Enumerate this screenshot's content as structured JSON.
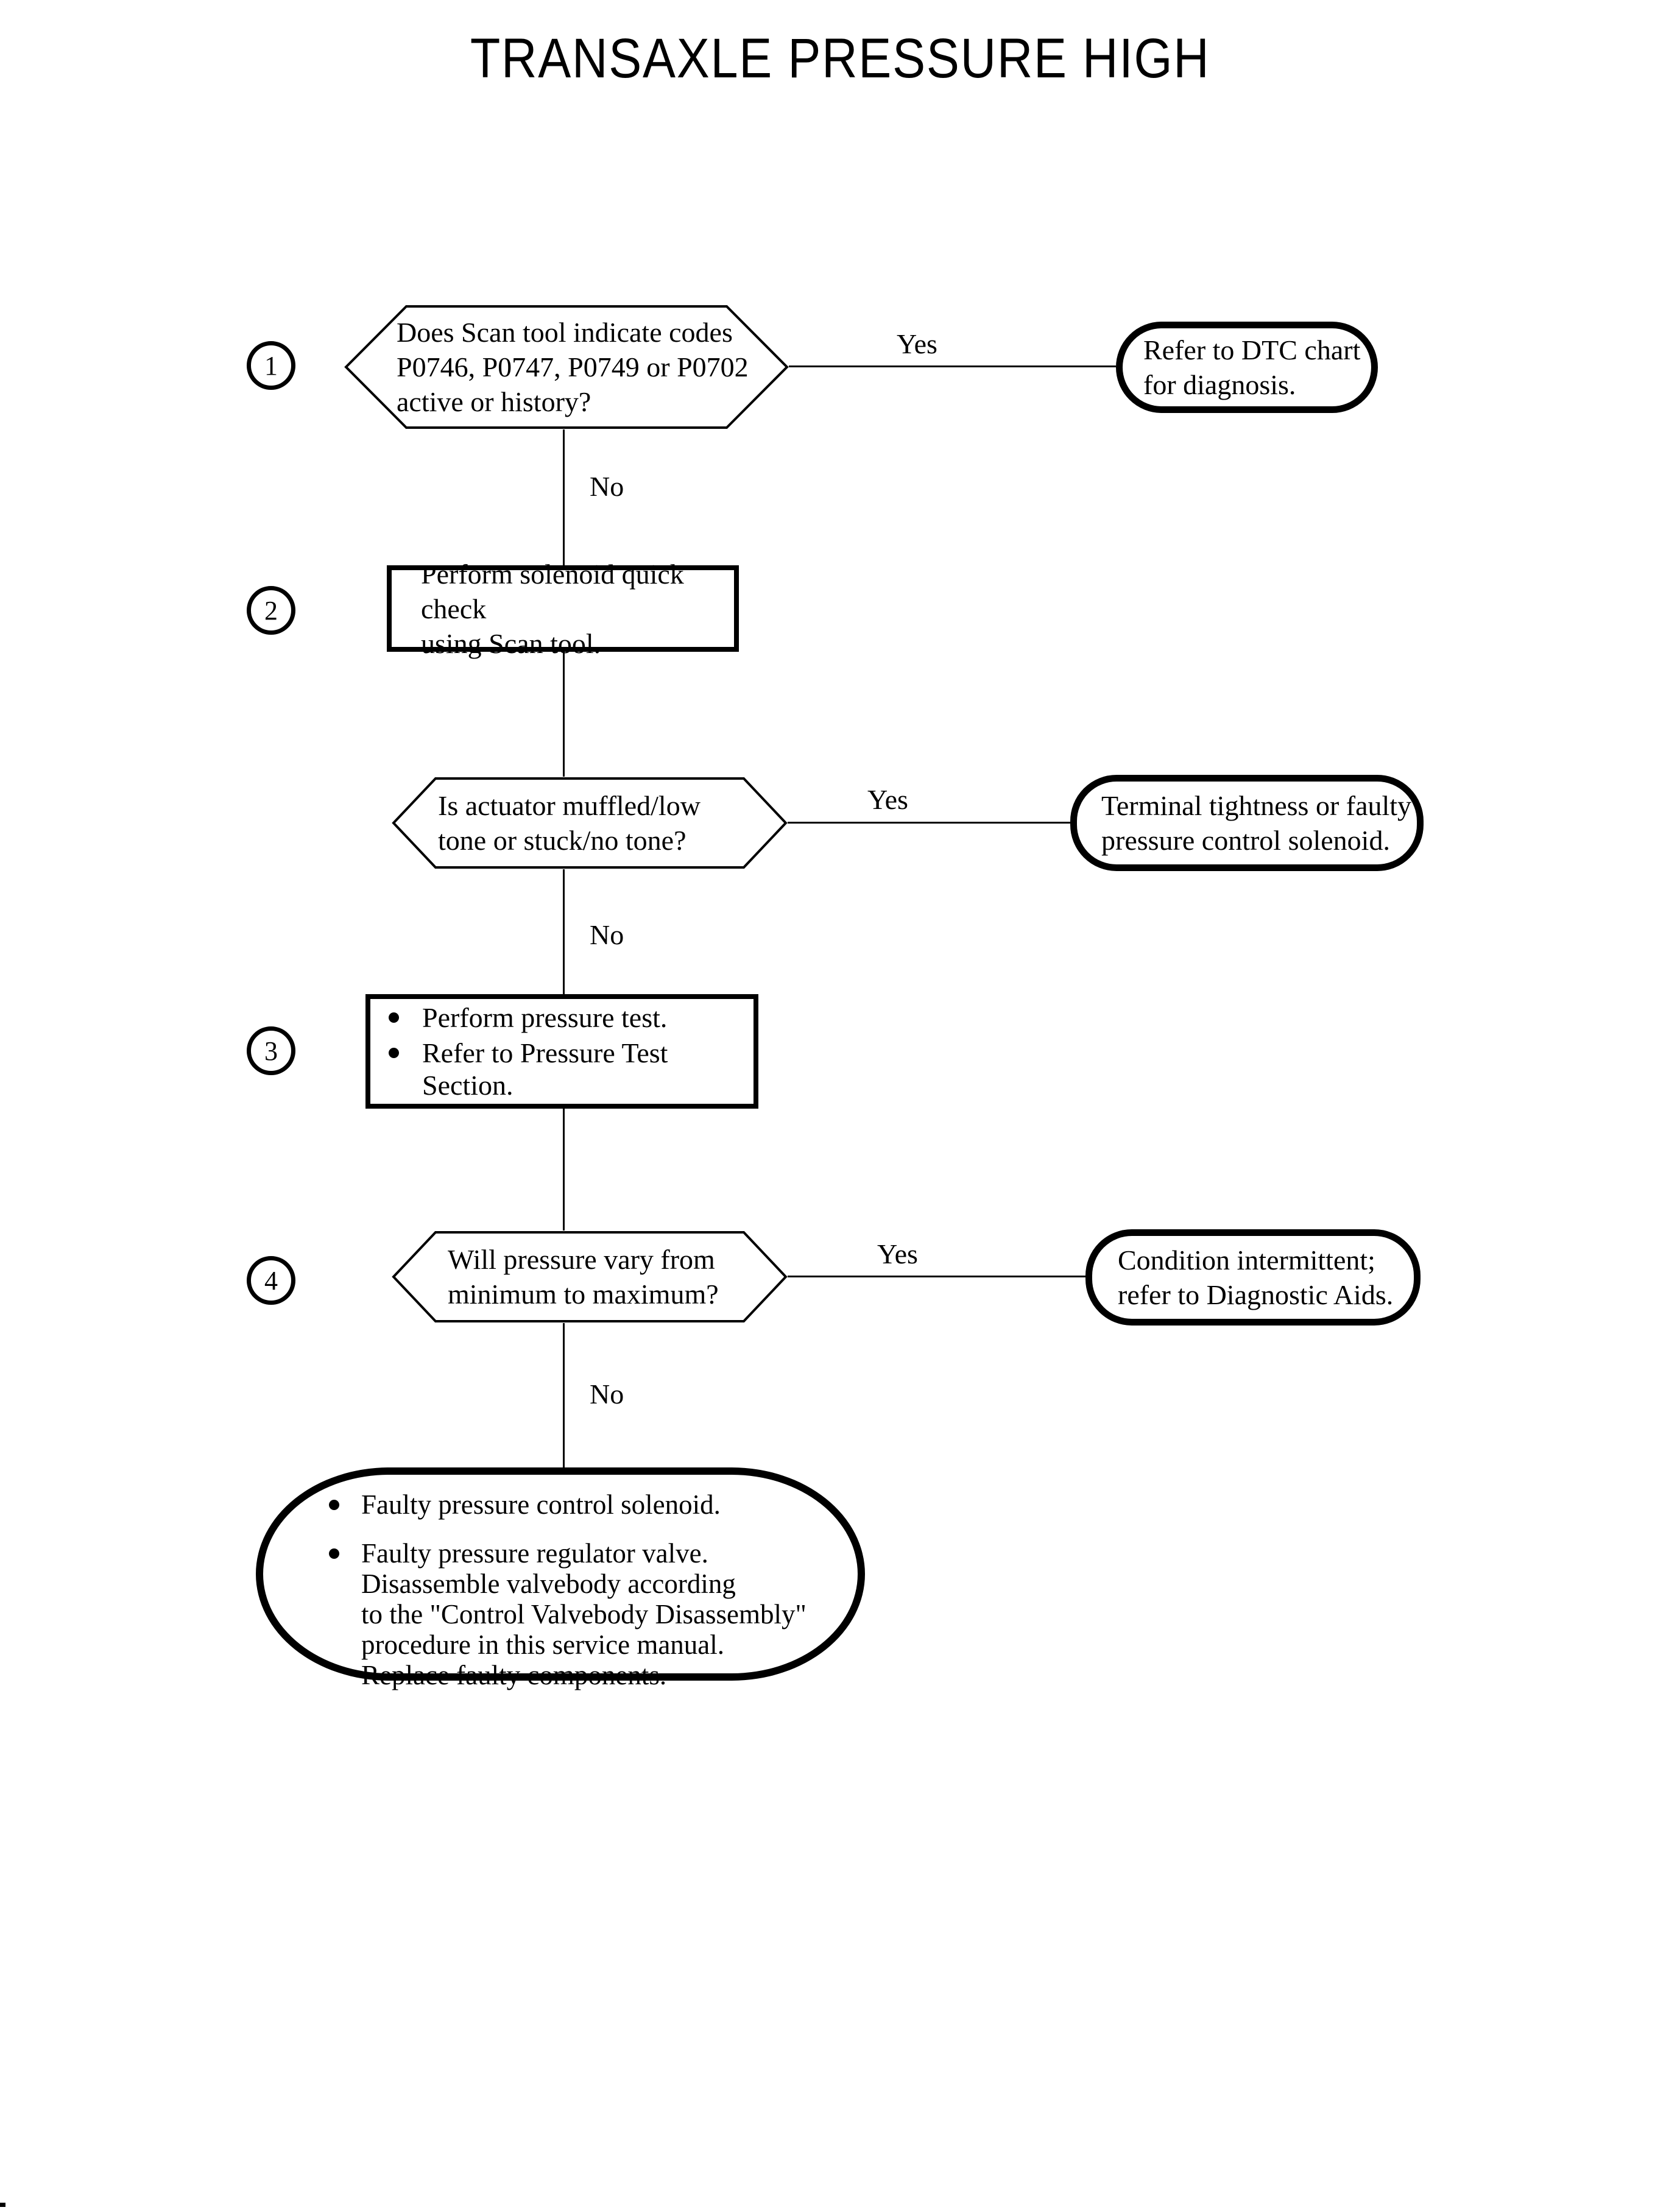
{
  "title": "TRANSAXLE PRESSURE HIGH",
  "flow": {
    "step1": {
      "number": "1",
      "question": "Does Scan tool indicate codes\nP0746, P0747, P0749 or P0702\nactive or history?",
      "yes_label": "Yes",
      "no_label": "No",
      "yes_result": "Refer to DTC chart\nfor diagnosis."
    },
    "step2": {
      "number": "2",
      "action": "Perform solenoid quick check\nusing Scan tool."
    },
    "decision2": {
      "question": "Is actuator muffled/low\ntone or stuck/no tone?",
      "yes_label": "Yes",
      "no_label": "No",
      "yes_result": "Terminal tightness or faulty\npressure control solenoid."
    },
    "step3": {
      "number": "3",
      "bullets": [
        "Perform pressure test.",
        "Refer to Pressure Test Section."
      ]
    },
    "step4": {
      "number": "4",
      "question": "Will pressure vary from\nminimum to maximum?",
      "yes_label": "Yes",
      "no_label": "No",
      "yes_result": "Condition intermittent;\nrefer to Diagnostic Aids."
    },
    "conclusion": {
      "bullets": [
        "Faulty pressure control solenoid.",
        "Faulty pressure regulator valve.\nDisassemble valvebody according\nto the \"Control Valvebody Disassembly\"\nprocedure in this service manual.\nReplace faulty components."
      ]
    }
  },
  "colors": {
    "line": "#000000",
    "background": "#ffffff"
  }
}
